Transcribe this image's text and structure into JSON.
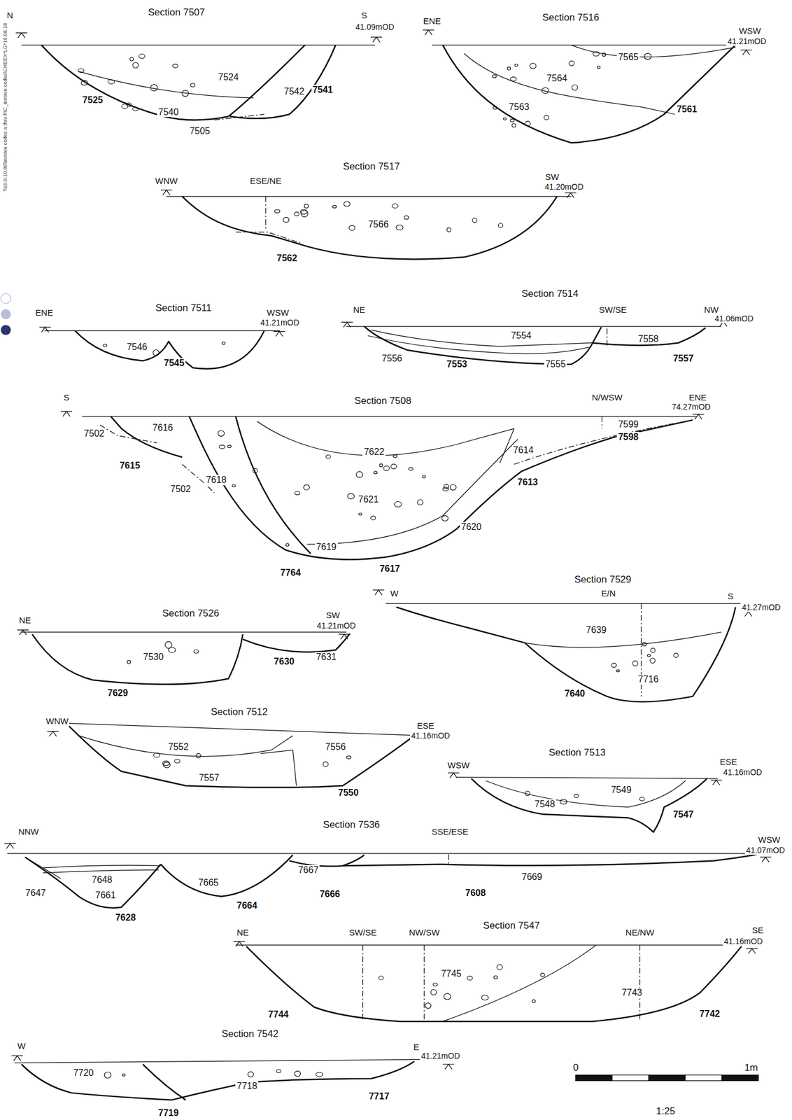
{
  "diagram": {
    "labels": [
      "\\\\10.0.10.86\\invoice codes a thru h\\C_invoice codes\\CHEEX*LG*19.06.18",
      "N",
      "Section 7507",
      "S",
      "41.09mOD",
      "7524",
      "7542",
      "7541",
      "7525",
      "7540",
      "7505",
      "ENE",
      "Section 7516",
      "WSW",
      "41.21mOD",
      "7565",
      "7564",
      "7563",
      "7561",
      "WNW",
      "ESE/NE",
      "Section 7517",
      "SW",
      "41.20mOD",
      "7566",
      "7562",
      "ENE",
      "Section 7511",
      "WSW",
      "41.21mOD",
      "7546",
      "7545",
      "NE",
      "Section 7514",
      "SW/SE",
      "NW",
      "41.06mOD",
      "7554",
      "7558",
      "7556",
      "7553",
      "7555",
      "7557",
      "S",
      "Section 7508",
      "N/WSW",
      "ENE",
      "74.27mOD",
      "7502",
      "7616",
      "7615",
      "7502",
      "7618",
      "7622",
      "7614",
      "7599",
      "7598",
      "7613",
      "7621",
      "7620",
      "7619",
      "7764",
      "7617",
      "Section 7529",
      "W",
      "E/N",
      "S",
      "41.27mOD",
      "7639",
      "7716",
      "7640",
      "NE",
      "Section 7526",
      "SW",
      "41.21mOD",
      "7530",
      "7631",
      "7630",
      "7629",
      "Section 7512",
      "WNW",
      "ESE",
      "41.16mOD",
      "7552",
      "7556",
      "7557",
      "7550",
      "Section 7513",
      "WSW",
      "ESE",
      "41.16mOD",
      "7549",
      "7548",
      "7547",
      "NNW",
      "Section 7536",
      "SSE/ESE",
      "WSW",
      "41.07mOD",
      "7648",
      "7667",
      "7669",
      "7647",
      "7661",
      "7665",
      "7608",
      "7666",
      "7628",
      "7664",
      "Section 7547",
      "NE",
      "SW/SE",
      "NW/SW",
      "NE/NW",
      "SE",
      "41.16mOD",
      "7745",
      "7743",
      "7744",
      "7742",
      "Section 7542",
      "W",
      "E",
      "41.21mOD",
      "7720",
      "7718",
      "7717",
      "7719",
      "0",
      "1m",
      "1:25"
    ]
  }
}
